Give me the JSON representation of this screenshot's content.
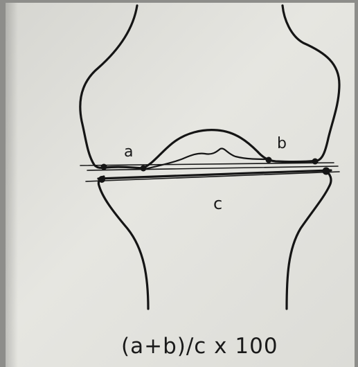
{
  "labels": {
    "a": "a",
    "b": "b",
    "c": "c"
  },
  "formula": "(a+b)/c x 100",
  "colors": {
    "paper": "#e4e4df",
    "ink": "#151515",
    "shadow": "#8d8d8a"
  }
}
